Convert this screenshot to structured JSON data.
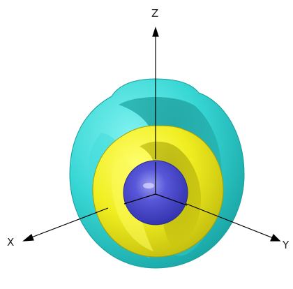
{
  "axes": {
    "z_label": "Z",
    "x_label": "X",
    "y_label": "Y"
  },
  "colors": {
    "outer_shell": "#34d8d6",
    "middle_shell": "#ecea1a",
    "core_sphere": "#4f4fd4",
    "axis_line": "#000000",
    "background": "#ffffff"
  }
}
